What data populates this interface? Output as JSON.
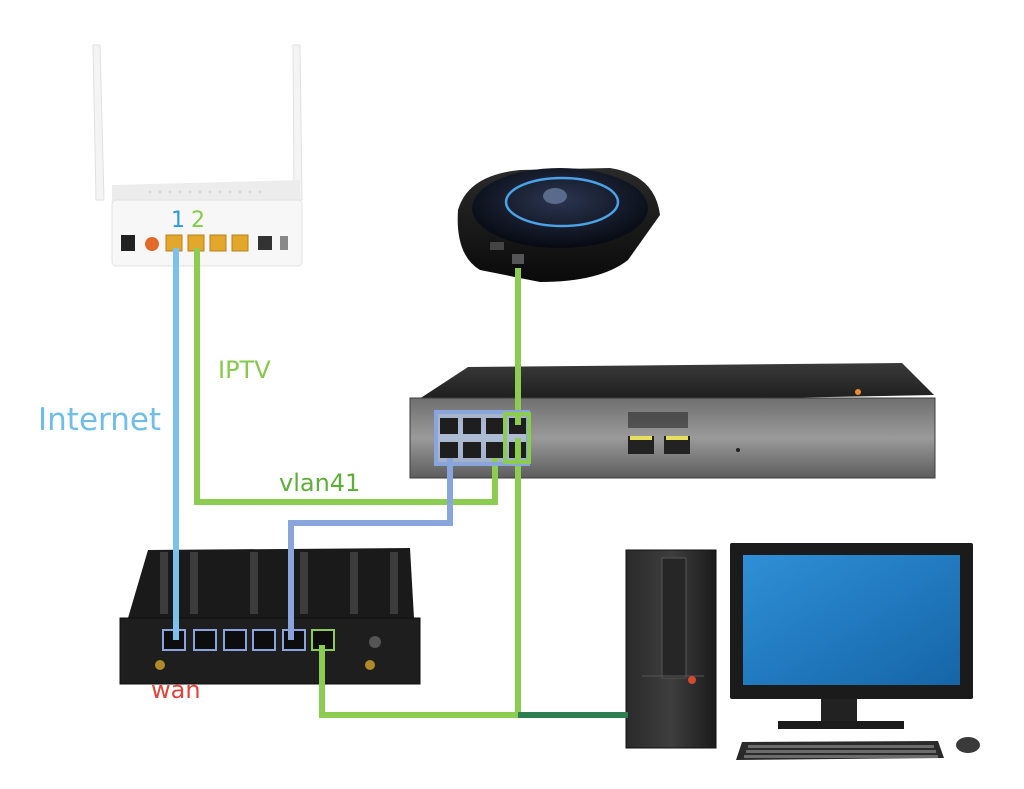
{
  "labels": {
    "internet": "Internet",
    "iptv": "IPTV",
    "vlan": "vlan41",
    "wan": "wan",
    "port_1": "1",
    "port_2": "2"
  },
  "colors": {
    "internet_cable": "#7dc0ec",
    "iptv_cable": "#8ccc50",
    "lan_cable": "#8aa5dc",
    "pc_cable": "#2e7d4f",
    "wan_text": "#e0443b"
  },
  "devices": [
    "optical-modem-router",
    "iptv-set-top-box",
    "network-switch",
    "soft-router",
    "desktop-pc"
  ]
}
